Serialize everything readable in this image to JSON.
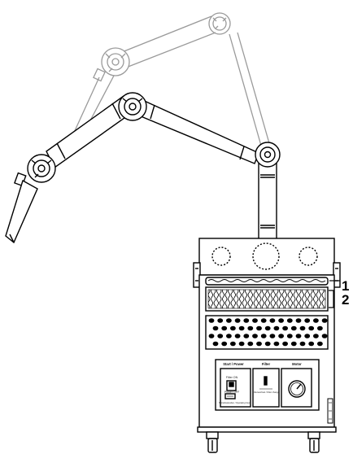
{
  "callouts": {
    "label_1": "1",
    "label_2": "2"
  },
  "control_panel": {
    "power_title": "Start / Power",
    "filter_title": "Filter",
    "motor_title": "Motor",
    "switch_on_label": "Filter ON",
    "switch_off_label": "Power OFF",
    "operating_hours_label": "Betriebsstunden / Operating hours",
    "filter_indicator_label": "Filterwechsel / Filter change"
  },
  "colors": {
    "line": "#000000",
    "ghost_line": "#9a9a9a",
    "fill": "#ffffff"
  }
}
